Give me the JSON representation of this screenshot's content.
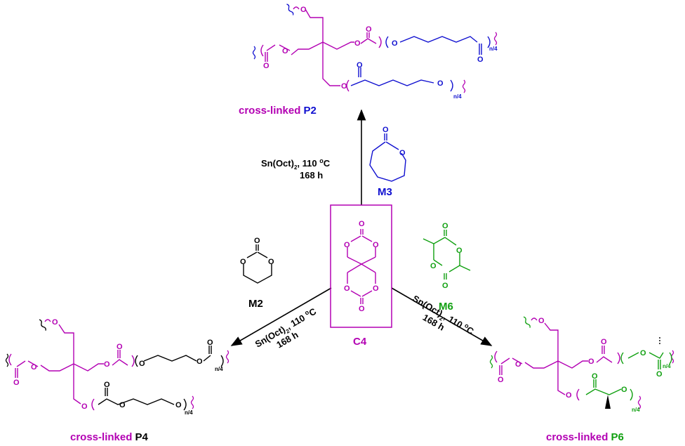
{
  "colors": {
    "magenta": "#b300b3",
    "blue": "#1010d0",
    "green": "#10a010",
    "black": "#000000"
  },
  "center": {
    "label": "C4"
  },
  "monomers": {
    "m2": {
      "label": "M2"
    },
    "m3": {
      "label": "M3"
    },
    "m6": {
      "label": "M6"
    }
  },
  "conditions": {
    "top": {
      "line1": "Sn(Oct)",
      "sub": "2",
      "line1_tail": ", 110 ",
      "deg": "o",
      "unit": "C",
      "line2": "168 h"
    },
    "left": {
      "line1": "Sn(Oct)",
      "sub": "2",
      "line1_tail": ", 110 ",
      "deg": "o",
      "unit": "C",
      "line2": "168 h"
    },
    "right": {
      "line1": "Sn(Oct)",
      "sub": "2",
      "line1_tail": ", 110 ",
      "deg": "o",
      "unit": "C",
      "line2": "168 h"
    }
  },
  "products": {
    "p2": {
      "prefix": "cross-linked ",
      "name": "P2"
    },
    "p4": {
      "prefix": "cross-linked ",
      "name": "P4"
    },
    "p6": {
      "prefix": "cross-linked ",
      "name": "P6"
    }
  },
  "atoms": {
    "oxygen": "O",
    "subscript": "n/4"
  }
}
